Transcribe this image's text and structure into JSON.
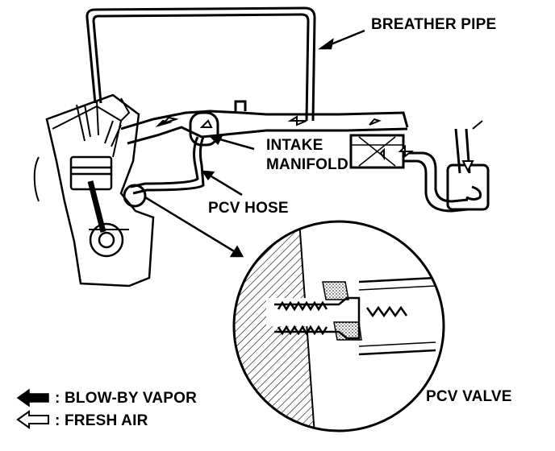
{
  "labels": {
    "breather_pipe": "BREATHER PIPE",
    "intake_manifold_line1": "INTAKE",
    "intake_manifold_line2": "MANIFOLD",
    "pcv_hose": "PCV HOSE",
    "pcv_valve": "PCV VALVE"
  },
  "legend": {
    "blow_by": ": BLOW-BY VAPOR",
    "fresh_air": ": FRESH AIR"
  },
  "colors": {
    "ink": "#000000",
    "paper": "#ffffff"
  }
}
